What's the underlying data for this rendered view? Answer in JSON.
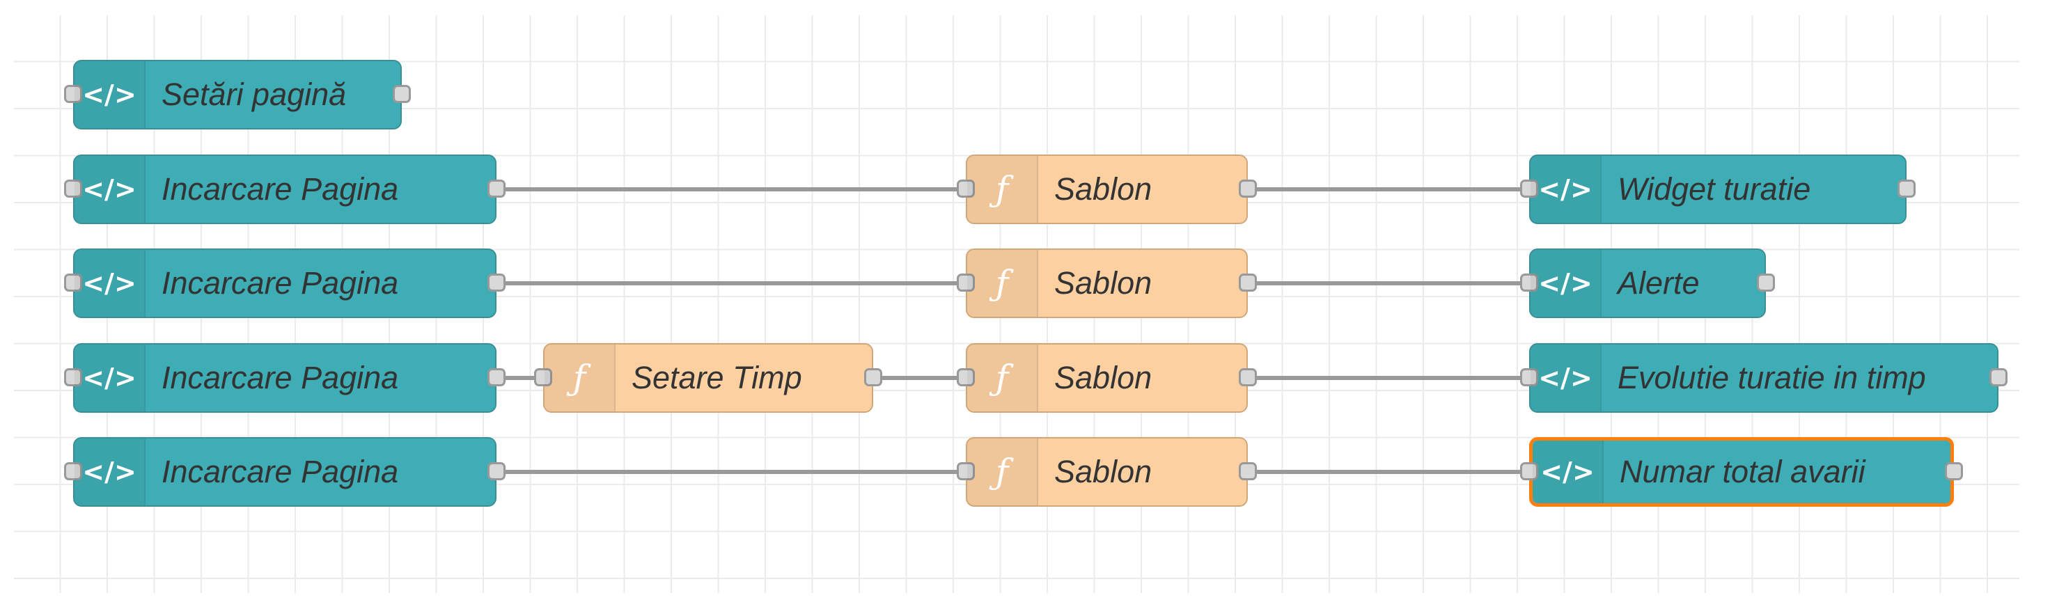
{
  "flow": {
    "nodes": {
      "setari": {
        "type": "template",
        "label": "Setări pagină",
        "icon": "code-icon",
        "icon_glyph": "</>"
      },
      "incarcare_1": {
        "type": "template",
        "label": "Incarcare Pagina",
        "icon": "code-icon",
        "icon_glyph": "</>"
      },
      "incarcare_2": {
        "type": "template",
        "label": "Incarcare Pagina",
        "icon": "code-icon",
        "icon_glyph": "</>"
      },
      "incarcare_3": {
        "type": "template",
        "label": "Incarcare Pagina",
        "icon": "code-icon",
        "icon_glyph": "</>"
      },
      "incarcare_4": {
        "type": "template",
        "label": "Incarcare Pagina",
        "icon": "code-icon",
        "icon_glyph": "</>"
      },
      "setare_timp": {
        "type": "function",
        "label": "Setare Timp",
        "icon": "function-icon",
        "icon_glyph": "ƒ"
      },
      "sablon_1": {
        "type": "function",
        "label": "Sablon",
        "icon": "function-icon",
        "icon_glyph": "ƒ"
      },
      "sablon_2": {
        "type": "function",
        "label": "Sablon",
        "icon": "function-icon",
        "icon_glyph": "ƒ"
      },
      "sablon_3": {
        "type": "function",
        "label": "Sablon",
        "icon": "function-icon",
        "icon_glyph": "ƒ"
      },
      "sablon_4": {
        "type": "function",
        "label": "Sablon",
        "icon": "function-icon",
        "icon_glyph": "ƒ"
      },
      "widget_turatie": {
        "type": "template",
        "label": "Widget turatie",
        "icon": "code-icon",
        "icon_glyph": "</>"
      },
      "alerte": {
        "type": "template",
        "label": "Alerte",
        "icon": "code-icon",
        "icon_glyph": "</>"
      },
      "evolutie": {
        "type": "template",
        "label": "Evolutie turatie in timp",
        "icon": "code-icon",
        "icon_glyph": "</>"
      },
      "numar_total": {
        "type": "template",
        "label": "Numar total avarii",
        "icon": "code-icon",
        "icon_glyph": "</>",
        "selected": true
      }
    },
    "wires": [
      [
        "incarcare_1",
        "sablon_1"
      ],
      [
        "sablon_1",
        "widget_turatie"
      ],
      [
        "incarcare_2",
        "sablon_2"
      ],
      [
        "sablon_2",
        "alerte"
      ],
      [
        "incarcare_3",
        "setare_timp"
      ],
      [
        "setare_timp",
        "sablon_3"
      ],
      [
        "sablon_3",
        "evolutie"
      ],
      [
        "incarcare_4",
        "sablon_4"
      ],
      [
        "sablon_4",
        "numar_total"
      ]
    ],
    "colors": {
      "template_node": "#3fadb5",
      "function_node": "#fdd0a2",
      "selected_outline": "#ff7f0e",
      "wire": "#999999"
    }
  }
}
